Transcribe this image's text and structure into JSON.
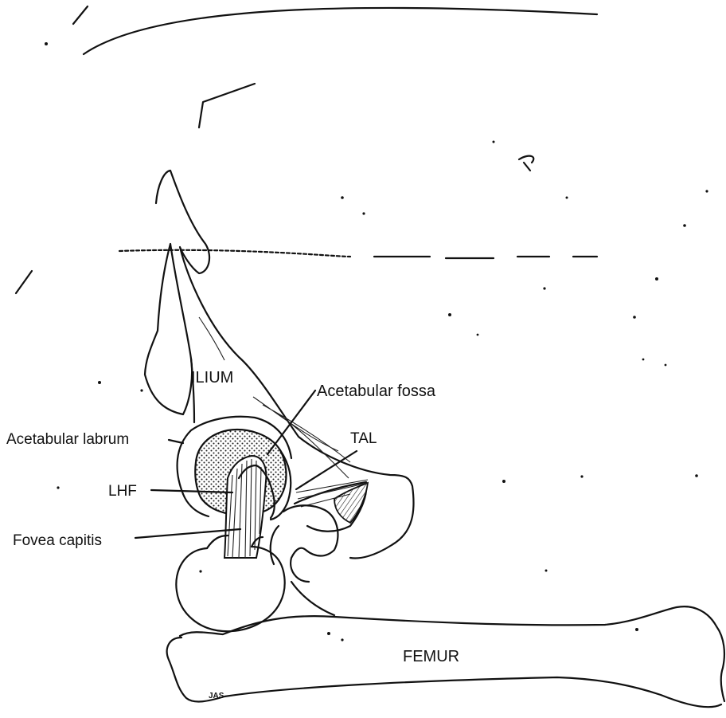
{
  "figure": {
    "labels": {
      "ilium": "ILIUM",
      "acetabular_fossa": "Acetabular fossa",
      "acetabular_labrum": "Acetabular labrum",
      "tal": "TAL",
      "lhf": "LHF",
      "fovea_capitis": "Fovea capitis",
      "femur": "FEMUR"
    },
    "signature": "JAS"
  }
}
